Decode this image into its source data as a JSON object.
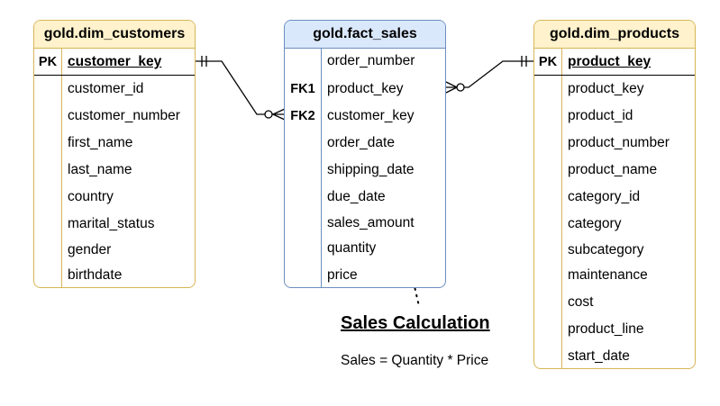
{
  "tables": {
    "customers": {
      "title": "gold.dim_customers",
      "pk": {
        "key": "PK",
        "name": "customer_key"
      },
      "fields": [
        "customer_id",
        "customer_number",
        "first_name",
        "last_name",
        "country",
        "marital_status",
        "gender",
        "birthdate"
      ]
    },
    "fact": {
      "title": "gold.fact_sales",
      "rows": [
        {
          "key": "",
          "name": "order_number"
        },
        {
          "key": "FK1",
          "name": "product_key"
        },
        {
          "key": "FK2",
          "name": "customer_key"
        },
        {
          "key": "",
          "name": "order_date"
        },
        {
          "key": "",
          "name": "shipping_date"
        },
        {
          "key": "",
          "name": "due_date"
        },
        {
          "key": "",
          "name": "sales_amount"
        },
        {
          "key": "",
          "name": "quantity"
        },
        {
          "key": "",
          "name": "price"
        }
      ]
    },
    "products": {
      "title": "gold.dim_products",
      "pk": {
        "key": "PK",
        "name": "product_key"
      },
      "fields": [
        "product_key",
        "product_id",
        "product_number",
        "product_name",
        "category_id",
        "category",
        "subcategory",
        "maintenance",
        "cost",
        "product_line",
        "start_date"
      ]
    }
  },
  "note": {
    "title": "Sales Calculation",
    "body": "Sales = Quantity * Price"
  },
  "colors": {
    "dim_fill": "#fff2cc",
    "dim_border": "#d6b656",
    "fact_fill": "#dae8fc",
    "fact_border": "#6c8ebf"
  }
}
